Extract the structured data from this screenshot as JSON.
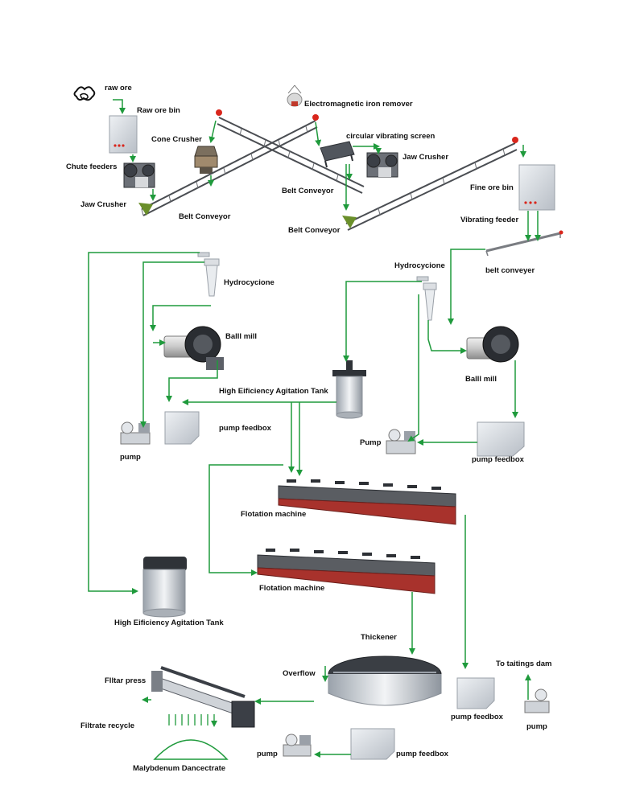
{
  "labels": {
    "raw_ore": "raw ore",
    "raw_ore_bin": "Raw ore bin",
    "electromagnetic_iron_remover": "Electromagnetic iron remover",
    "cone_crusher": "Cone Crusher",
    "circular_vibrating_screen": "circular vibrating screen",
    "chute_feeders": "Chute feeders",
    "jaw_crusher_1": "Jaw Crusher",
    "jaw_crusher_2": "Jaw Crusher",
    "belt_conveyor_1": "Belt Conveyor",
    "belt_conveyor_2": "Belt Conveyor",
    "belt_conveyor_3": "Belt Conveyor",
    "fine_ore_bin": "Fine ore bin",
    "vibrating_feeder": "Vibrating feeder",
    "belt_conveyer": "belt conveyer",
    "hydrocyclone_left": "Hydrocycione",
    "hydrocyclone_right": "Hydrocycione",
    "ball_mill_left": "Balll mill",
    "ball_mill_right": "Balll mill",
    "agitation_tank_top": "High Eificiency Agitation Tank",
    "agitation_tank_bottom": "High Eificiency Agitation Tank",
    "pump_feedbox_left": "pump feedbox",
    "pump_feedbox_right": "pump feedbox",
    "pump_feedbox_tailings": "pump feedbox",
    "pump_feedbox_bottom": "pump feedbox",
    "pump_left": "pump",
    "pump_right": "Pump",
    "pump_tailings": "pump",
    "pump_bottom": "pump",
    "flotation_machine_1": "Flotation machine",
    "flotation_machine_2": "Flotation machine",
    "thickener": "Thickener",
    "overflow": "Overflow",
    "tailings_dam": "To taitings dam",
    "filter_press": "Flltar press",
    "filtrate_recycle": "Filtrate recycle",
    "concentrate": "Malybdenum Dancectrate"
  },
  "colors": {
    "arrow": "#1f9a3c",
    "equipment_gray": "#c9cfd6",
    "equipment_dark": "#3b3f46",
    "conveyor_green": "#6a8f2a",
    "alarm_red": "#d9261c",
    "flotation_red": "#a8322c"
  }
}
